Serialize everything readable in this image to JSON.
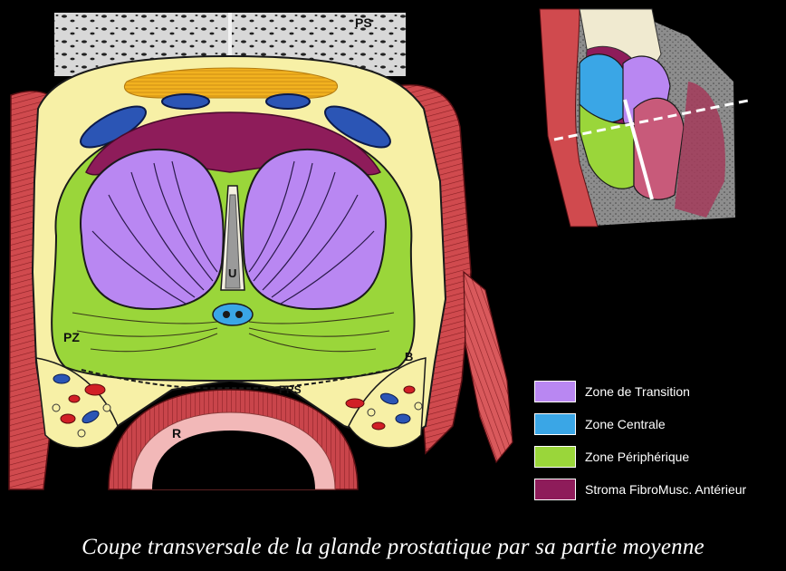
{
  "labels": {
    "ps": "PS",
    "u": "U",
    "pz": "PZ",
    "b": "B",
    "prs": "PRS",
    "r": "R"
  },
  "legend": [
    {
      "label": "Zone de Transition",
      "color": "#b987f2"
    },
    {
      "label": "Zone Centrale",
      "color": "#3aa6e6"
    },
    {
      "label": "Zone Périphérique",
      "color": "#9ad63a"
    },
    {
      "label": "Stroma FibroMusc. Antérieur",
      "color": "#8e1c5a"
    }
  ],
  "caption": "Coupe transversale de la glande prostatique par sa partie moyenne"
}
